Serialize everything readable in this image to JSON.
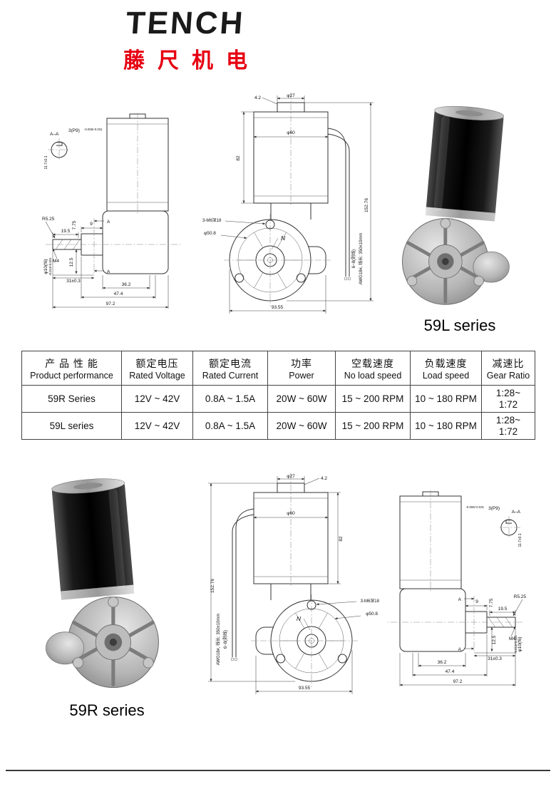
{
  "brand": {
    "logo_text": "TENCH",
    "logo_subtext": "藤尺机电",
    "logo_color": "#1a1a1a",
    "accent_color": "#e60012"
  },
  "series": {
    "top_label": "59L series",
    "bottom_label": "59R series"
  },
  "dims_side": {
    "section_label": "A–A",
    "key_dim": "3(P9)",
    "key_tol": "-0.006/-0.031",
    "section_width": "11.7±0.1",
    "d_9": "9",
    "r_525": "R5.25",
    "d_195": "19.5",
    "d_775": "7.75",
    "m4": "M4",
    "d_125": "12.5",
    "d_31": "31±0.3",
    "d_362": "36.2",
    "d_474": "47.4",
    "d_972": "97.2",
    "shaft_dim": "φ10(f6)",
    "shaft_tol": "-0.013/-0.031",
    "a_mark": "A"
  },
  "dims_front": {
    "d_42": "4.2",
    "d_27": "φ27",
    "d_60": "φ60",
    "d_82": "82",
    "d_15276": "152.76",
    "wire_note1": "6~8(剥线)",
    "wire_note2": "AWG18#, 线长: 350±10mm",
    "m6_note": "3-M6深18",
    "d_508": "φ50.8",
    "d_9355": "93.55",
    "n_mark": "N"
  },
  "table": {
    "headers": [
      {
        "zh": "产 品 性 能",
        "en": "Product performance"
      },
      {
        "zh": "额定电压",
        "en": "Rated Voltage"
      },
      {
        "zh": "额定电流",
        "en": "Rated Current"
      },
      {
        "zh": "功率",
        "en": "Power"
      },
      {
        "zh": "空载速度",
        "en": "No load speed"
      },
      {
        "zh": "负载速度",
        "en": "Load speed"
      },
      {
        "zh": "减速比",
        "en": "Gear Ratio"
      }
    ],
    "rows": [
      [
        "59R Series",
        "12V ~ 42V",
        "0.8A ~ 1.5A",
        "20W ~ 60W",
        "15 ~ 200 RPM",
        "10 ~ 180 RPM",
        "1:28~\n1:72"
      ],
      [
        "59L series",
        "12V ~ 42V",
        "0.8A ~ 1.5A",
        "20W ~ 60W",
        "15 ~ 200 RPM",
        "10 ~ 180 RPM",
        "1:28~\n1:72"
      ]
    ]
  }
}
